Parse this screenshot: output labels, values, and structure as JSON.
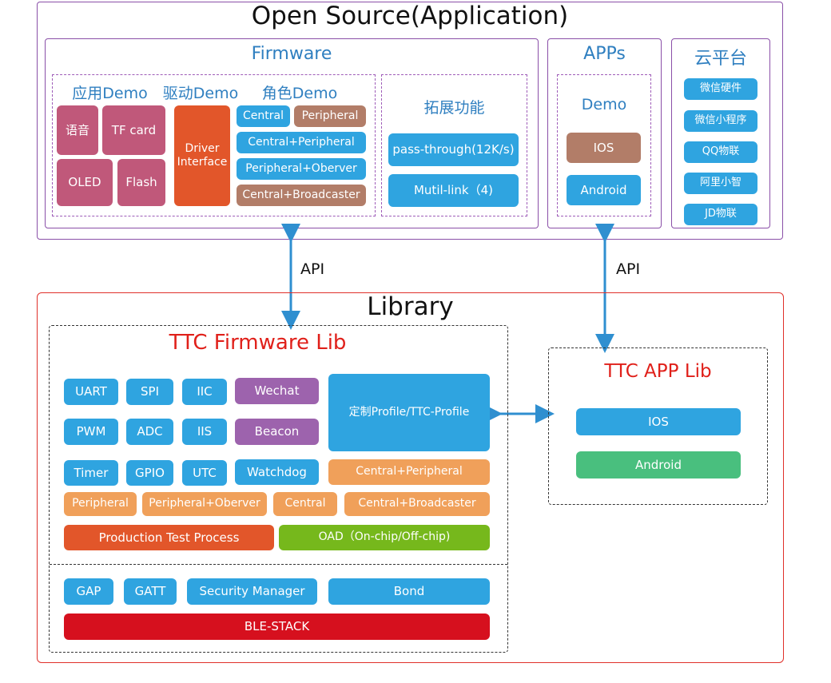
{
  "open_source": {
    "title": "Open Source(Application)",
    "firmware": {
      "title": "Firmware",
      "app_demo": {
        "title": "应用Demo",
        "items": [
          "语音",
          "TF card",
          "OLED",
          "Flash"
        ]
      },
      "driver_demo": {
        "title": "驱动Demo",
        "items": [
          "Driver\nInterface"
        ]
      },
      "role_demo": {
        "title": "角色Demo",
        "items": [
          "Central",
          "Peripheral",
          "Central+Peripheral",
          "Peripheral+Oberver",
          "Central+Broadcaster"
        ]
      },
      "ext": {
        "title": "拓展功能",
        "items": [
          "pass-through(12K/s)",
          "Mutil-link（4)"
        ]
      }
    },
    "apps": {
      "title": "APPs",
      "demo_title": "Demo",
      "items": [
        "IOS",
        "Android"
      ]
    },
    "cloud": {
      "title": "云平台",
      "items": [
        "微信硬件",
        "微信小程序",
        "QQ物联",
        "阿里小智",
        "JD物联"
      ]
    }
  },
  "api_labels": [
    "API",
    "API"
  ],
  "library": {
    "title": "Library",
    "ttc_fw_lib": {
      "title": "TTC Firmware Lib",
      "row1": [
        "UART",
        "SPI",
        "IIC",
        "Wechat"
      ],
      "row2": [
        "PWM",
        "ADC",
        "IIS",
        "Beacon"
      ],
      "profile": "定制Profile/TTC-Profile",
      "row3": [
        "Timer",
        "GPIO",
        "UTC",
        "Watchdog"
      ],
      "central_peripheral": "Central+Peripheral",
      "row4": [
        "Peripheral",
        "Peripheral+Oberver",
        "Central",
        "Central+Broadcaster"
      ],
      "production": "Production Test Process",
      "oad": "OAD（On-chip/Off-chip)",
      "stack_row": [
        "GAP",
        "GATT",
        "Security Manager",
        "Bond"
      ],
      "ble_stack": "BLE-STACK"
    },
    "ttc_app_lib": {
      "title": "TTC APP Lib",
      "items": [
        "IOS",
        "Android"
      ]
    }
  },
  "colors": {
    "open_source_frame": "#8a4fa8",
    "library_frame": "#e0302a",
    "blue": "#2fa4e0",
    "pink": "#c0587a",
    "driver": "#e2562a",
    "brown": "#b27d68",
    "purple": "#9d63ad",
    "orange": "#f0a05a",
    "ble_stack": "#d6101e",
    "oad": "#76b81c",
    "android_lib": "#49bf7e",
    "title_blue": "#2f7fc0",
    "title_red": "#e0201a"
  }
}
